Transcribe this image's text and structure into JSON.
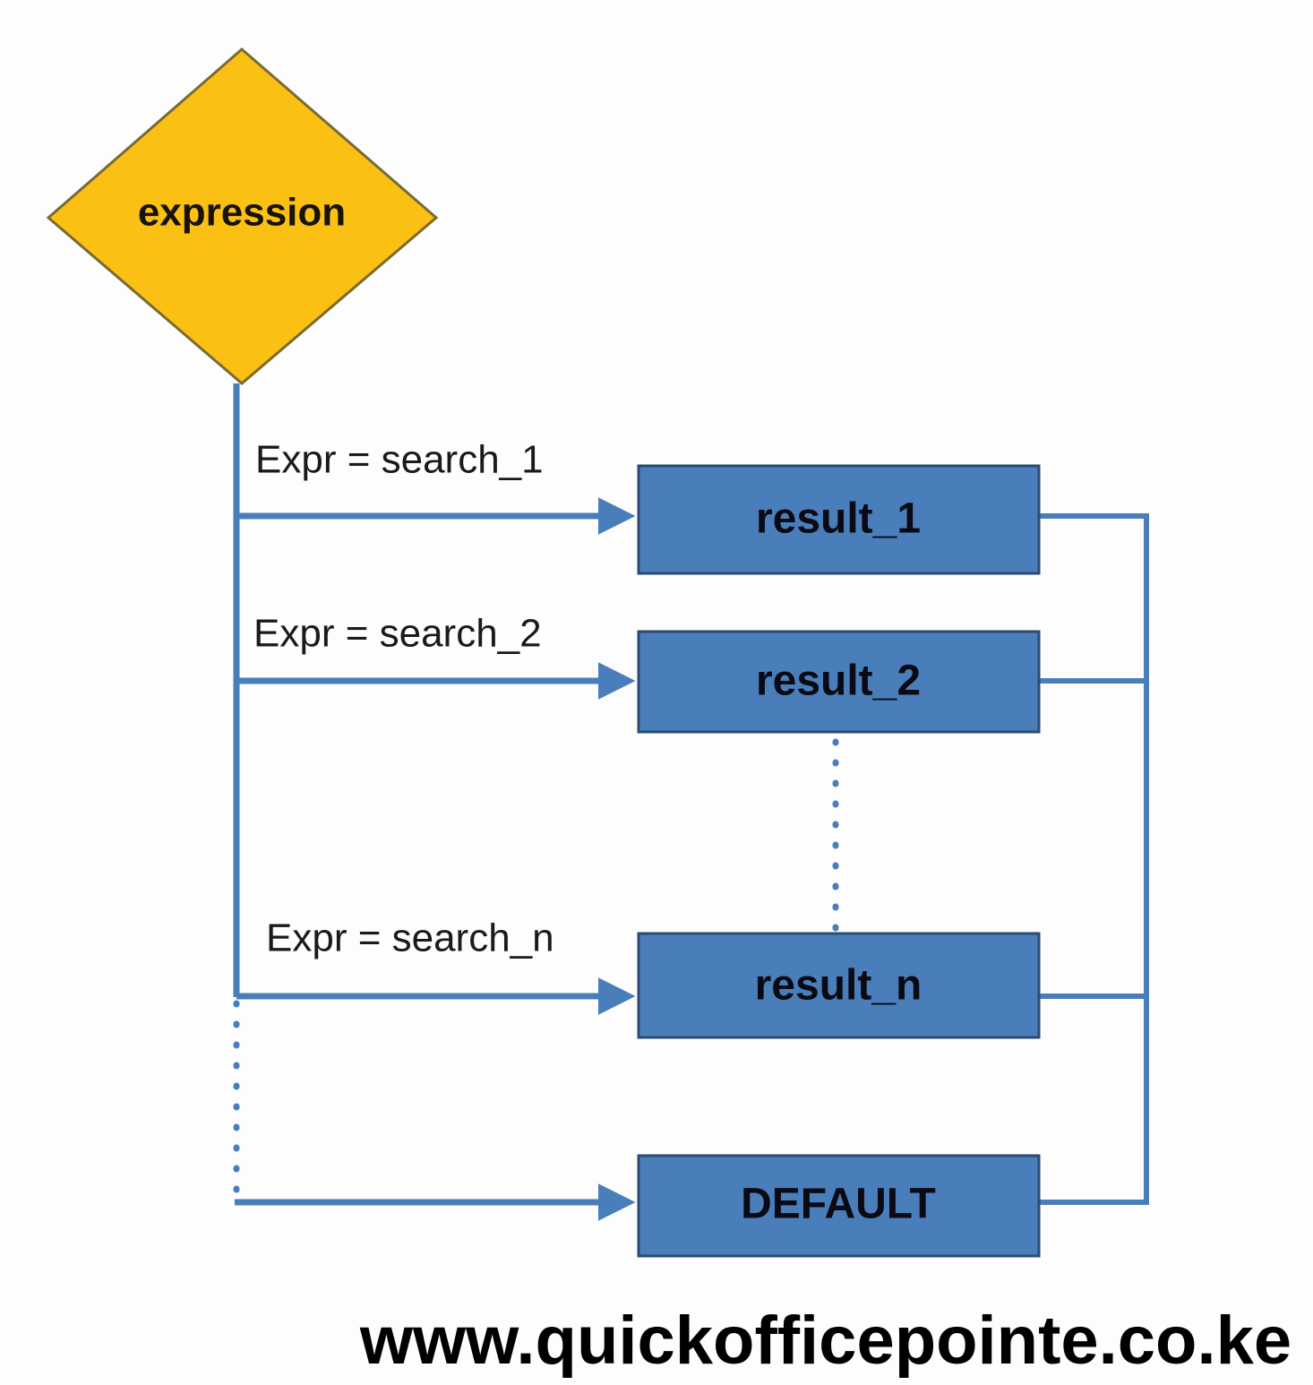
{
  "diagram": {
    "title": "switch-case expression flowchart",
    "colors": {
      "decision_fill": "#FAC013",
      "decision_border": "#7A6A32",
      "process_fill": "#4A7EBB",
      "process_border": "#2B4A73",
      "connector": "#4A7EBB",
      "background": "#FDFDFD",
      "text": "#0A0A14"
    },
    "decision": {
      "label": "expression",
      "shape": "diamond"
    },
    "branches": [
      {
        "condition": "Expr = search_1",
        "result": "result_1",
        "style": "solid"
      },
      {
        "condition": "Expr = search_2",
        "result": "result_2",
        "style": "solid"
      },
      {
        "condition": "Expr = search_n",
        "result": "result_n",
        "style": "solid"
      },
      {
        "condition": "",
        "result": "DEFAULT",
        "style": "dotted"
      }
    ],
    "ellipsis": {
      "left_branch_note": "vertical dotted continuation between search_n branch and DEFAULT branch",
      "right_box_note": "vertical dotted continuation between result_2 and result_n"
    }
  },
  "watermark": {
    "text": "www.quickofficepointe.co.ke"
  }
}
